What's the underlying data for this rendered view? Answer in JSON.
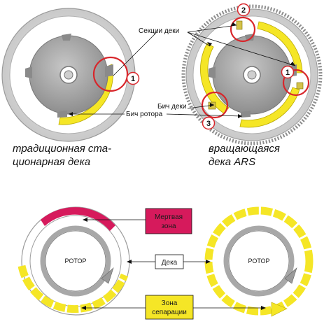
{
  "top": {
    "label_sections": "Секции деки",
    "label_rotor_bar": "Бич ротора",
    "label_deck_bar": "Бич деки",
    "callouts": [
      "1",
      "2",
      "1",
      "3"
    ],
    "caption_left_line1": "традиционная ста-",
    "caption_left_line2": "ционарная дека",
    "caption_right_line1": "вращающаяся",
    "caption_right_line2": "дека ARS"
  },
  "bottom": {
    "rotor_left": "РОТОР",
    "rotor_right": "РОТОР",
    "dead_zone_line1": "Мертвая",
    "dead_zone_line2": "зона",
    "deck": "Дека",
    "separation_line1": "Зона",
    "separation_line2": "сепарации"
  },
  "colors": {
    "yellow": "#f5e626",
    "red_callout": "#d8262b",
    "dead_zone": "#d61a5c",
    "gray_rotor": "#a8a8a8",
    "outer_gray": "#d6d6d6"
  }
}
